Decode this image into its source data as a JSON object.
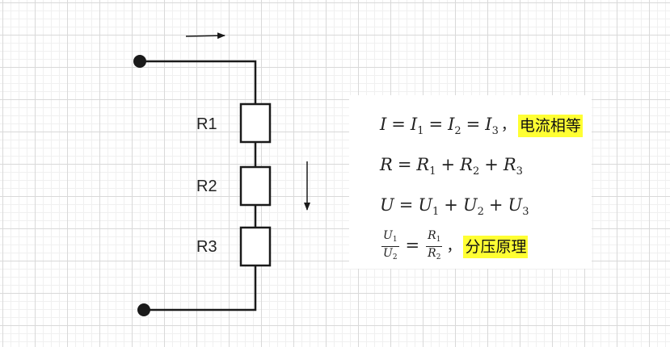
{
  "resistors": [
    {
      "label": "R1"
    },
    {
      "label": "R2"
    },
    {
      "label": "R3"
    }
  ],
  "formulas": {
    "current": {
      "lhs": "I",
      "terms": [
        "I",
        "I",
        "I"
      ],
      "subs": [
        "1",
        "2",
        "3"
      ],
      "op": "=",
      "note": "电流相等"
    },
    "resistance": {
      "lhs": "R",
      "terms": [
        "R",
        "R",
        "R"
      ],
      "subs": [
        "1",
        "2",
        "3"
      ],
      "op": "+"
    },
    "voltage": {
      "lhs": "U",
      "terms": [
        "U",
        "U",
        "U"
      ],
      "subs": [
        "1",
        "2",
        "3"
      ],
      "op": "+"
    },
    "ratio": {
      "num1": "U",
      "num1_sub": "1",
      "den1": "U",
      "den1_sub": "2",
      "num2": "R",
      "num2_sub": "1",
      "den2": "R",
      "den2_sub": "2",
      "note": "分压原理"
    }
  },
  "colors": {
    "wire": "#1a1a1a",
    "highlight": "#ffff33"
  }
}
